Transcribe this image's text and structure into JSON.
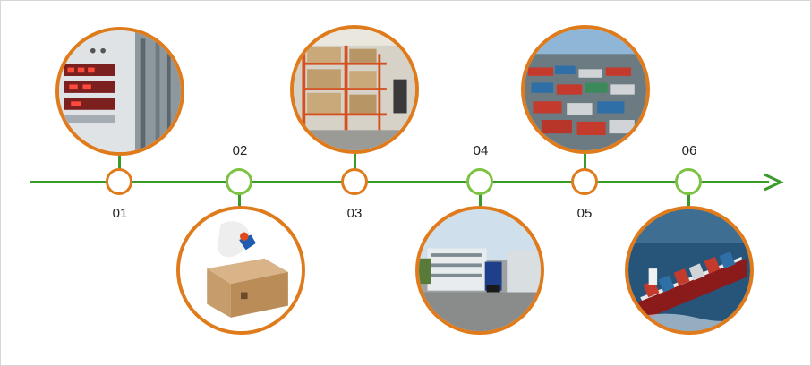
{
  "accent_orange": "#e07b1c",
  "accent_green": "#3a9a2a",
  "light_green": "#7dc242",
  "steps": [
    {
      "label": "01",
      "image": "control-panel-photo"
    },
    {
      "label": "02",
      "image": "packing-box-photo"
    },
    {
      "label": "03",
      "image": "warehouse-shelves-photo"
    },
    {
      "label": "04",
      "image": "factory-truck-photo"
    },
    {
      "label": "05",
      "image": "container-port-photo"
    },
    {
      "label": "06",
      "image": "cargo-ship-photo"
    }
  ]
}
